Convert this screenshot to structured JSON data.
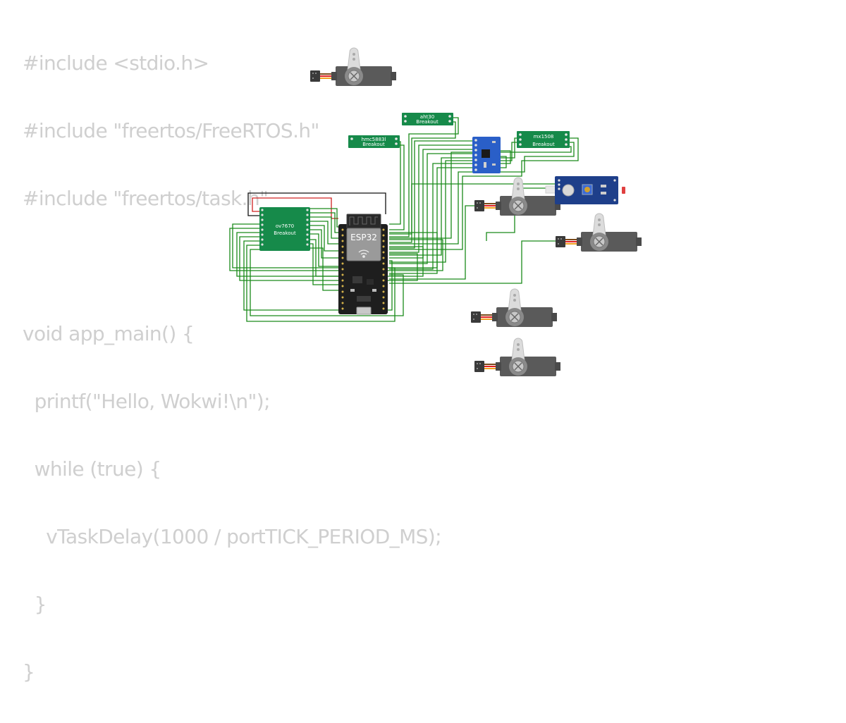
{
  "code": {
    "lines": [
      "#include <stdio.h>",
      "#include \"freertos/FreeRTOS.h\"",
      "#include \"freertos/task.h\"",
      "",
      "void app_main() {",
      "  printf(\"Hello, Wokwi!\\n\");",
      "  while (true) {",
      "    vTaskDelay(1000 / portTICK_PERIOD_MS);",
      "  }",
      "}"
    ]
  },
  "boards": {
    "aht30": {
      "line1": "aht30",
      "line2": "Breakout"
    },
    "hmc5883l": {
      "line1": "hmc5883l",
      "line2": "Breakout"
    },
    "mx1508": {
      "line1": "mx1508",
      "line2": "Breakout"
    },
    "ov7670": {
      "line1": "ov7670",
      "line2": "Breakout"
    },
    "esp32": {
      "label": "ESP32"
    }
  },
  "colors": {
    "code_text": "#cfcfcf",
    "wire": "#1a8a1a",
    "board_green": "#168a4a",
    "module_blue": "#1e3f8a",
    "servo_body": "#5a5a5a"
  }
}
